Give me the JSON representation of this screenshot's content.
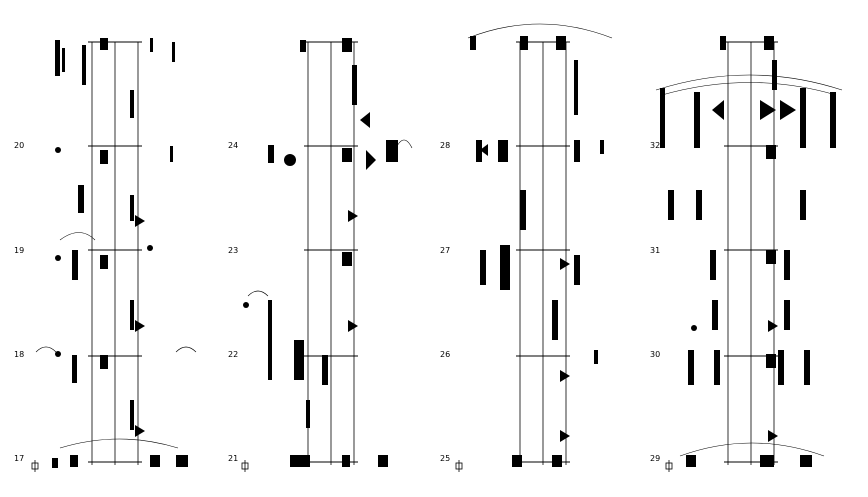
{
  "page": {
    "background": "#ffffff",
    "ink": "#000000"
  },
  "columns": [
    {
      "id": "col-1",
      "measure_numbers": [
        "20",
        "19",
        "18",
        "17"
      ]
    },
    {
      "id": "col-2",
      "measure_numbers": [
        "24",
        "23",
        "22",
        "21"
      ]
    },
    {
      "id": "col-3",
      "measure_numbers": [
        "28",
        "27",
        "26",
        "25"
      ]
    },
    {
      "id": "col-4",
      "measure_numbers": [
        "32",
        "31",
        "30",
        "29"
      ]
    }
  ],
  "icons": {
    "segno": "segno-icon",
    "clef": "clef-icon"
  }
}
